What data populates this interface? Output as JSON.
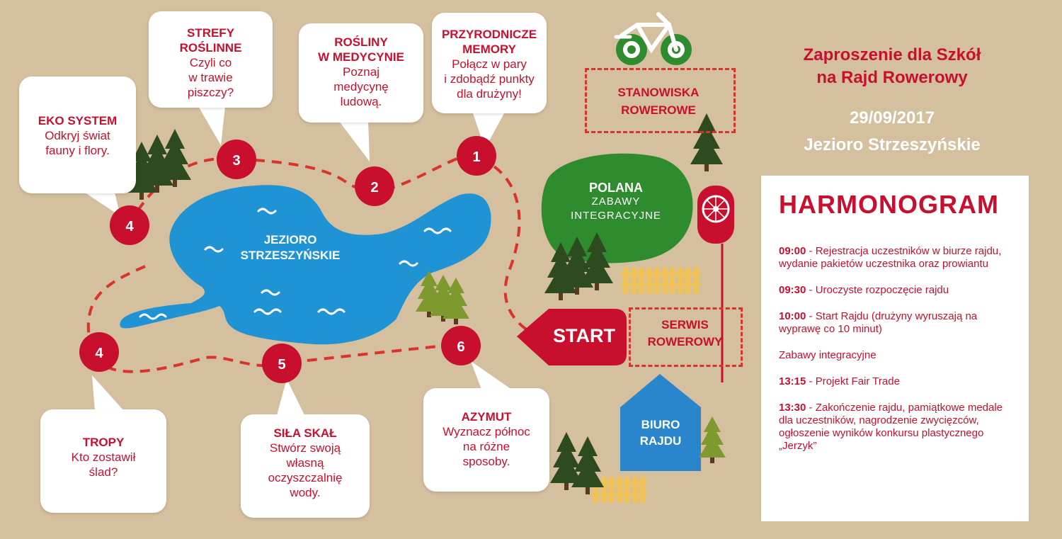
{
  "header": {
    "title": "Zaproszenie dla Szkół\nna Rajd Rowerowy",
    "date": "29/09/2017",
    "place": "Jezioro Strzeszyńskie"
  },
  "colors": {
    "background": "#d4bf9e",
    "red": "#c8102e",
    "lake": "#1f93d3",
    "meadow": "#2e8b2e",
    "office": "#2a86cc",
    "fence": "#f0c35a",
    "tree_dark": "#2e4a1f",
    "tree_light": "#7e9a2f"
  },
  "stations": [
    {
      "number": "1",
      "title": "PRZYRODNICZE\nMEMORY",
      "desc": "Połącz w pary\ni zdobądź punkty\ndla drużyny!"
    },
    {
      "number": "2",
      "title": "ROŚLINY\nW MEDYCYNIE",
      "desc": "Poznaj\nmedycynę\nludową."
    },
    {
      "number": "3",
      "title": "STREFY\nROŚLINNE",
      "desc": "Czyli co\nw trawie\npiszczy?"
    },
    {
      "number": "4",
      "title": "EKO SYSTEM",
      "desc": "Odkryj świat\nfauny i flory."
    },
    {
      "number": "4",
      "title": "TROPY",
      "desc": "Kto zostawił\nślad?"
    },
    {
      "number": "5",
      "title": "SIŁA SKAŁ",
      "desc": "Stwórz swoją\nwłasną\noczyszczalnię\nwody."
    },
    {
      "number": "6",
      "title": "AZYMUT",
      "desc": "Wyznacz północ\nna różne\nsposoby."
    }
  ],
  "map_labels": {
    "lake": "JEZIORO\nSTRZESZYŃSKIE",
    "meadow_title": "POLANA",
    "meadow_desc": "ZABAWY\nINTEGRACYJNE",
    "bike_stations": "STANOWISKA\nROWEROWE",
    "bike_service": "SERWIS\nROWEROWY",
    "start": "START",
    "office": "BIURO\nRAJDU"
  },
  "schedule": {
    "title": "HARMONOGRAM",
    "items": [
      {
        "time": "09:00",
        "text": " - Rejestracja uczestników w biurze rajdu, wydanie pakietów uczestnika oraz prowiantu"
      },
      {
        "time": "09:30",
        "text": " - Uroczyste rozpoczęcie rajdu"
      },
      {
        "time": "10:00",
        "text": " - Start Rajdu (drużyny wyruszają na wyprawę co 10 minut)"
      },
      {
        "time": "",
        "text": "Zabawy integracyjne"
      },
      {
        "time": "13:15",
        "text": " - Projekt Fair Trade"
      },
      {
        "time": "13:30",
        "text": " - Zakończenie rajdu, pamiątkowe medale dla uczestników, nagrodzenie zwycięzców, ogłoszenie wyników konkursu plastycznego „Jerzyk”"
      }
    ]
  },
  "icons": [
    "bicycle-icon",
    "bike-wheel-sign-icon",
    "tree-icon",
    "fence-icon",
    "wave-icon"
  ]
}
